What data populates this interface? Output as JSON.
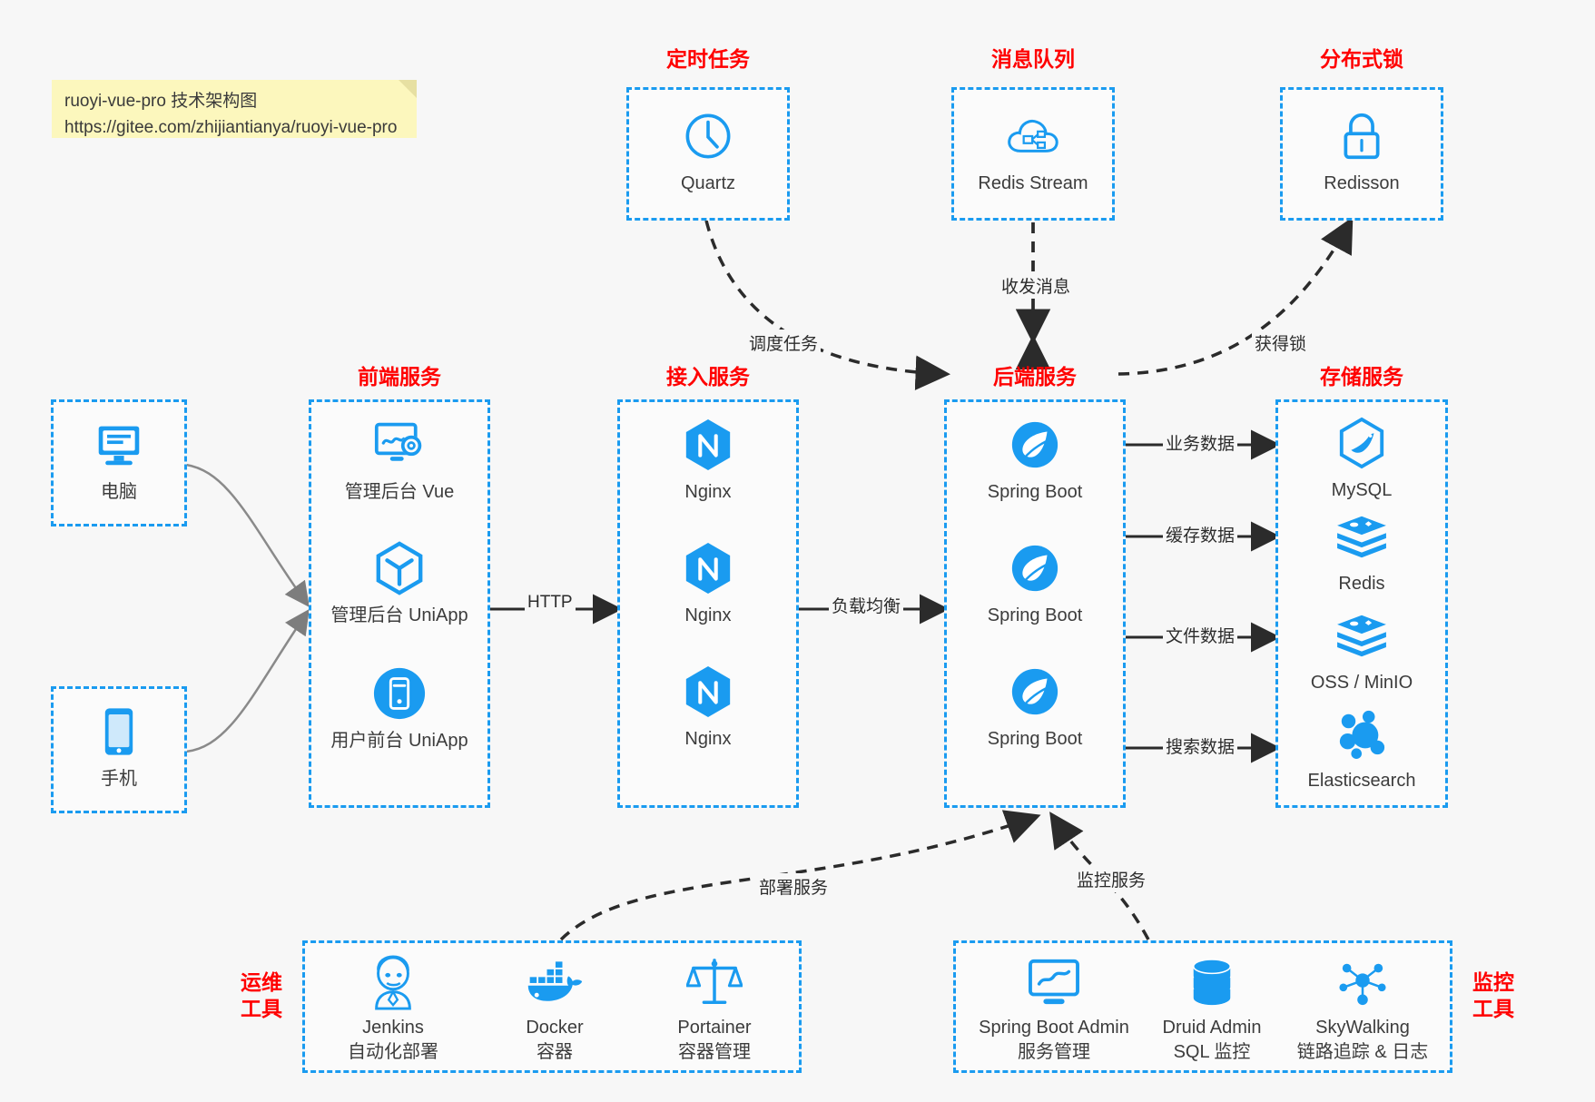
{
  "note": {
    "line1": "ruoyi-vue-pro 技术架构图",
    "line2": "https://gitee.com/zhijiantianya/ruoyi-vue-pro"
  },
  "colors": {
    "accent": "#1a9bf0",
    "title": "#ff0000",
    "text": "#3c3c3c",
    "background": "#f7f7f7",
    "note_bg": "#fcf7bd",
    "arrow": "#2b2b2b"
  },
  "groups": {
    "scheduler": {
      "title": "定时任务",
      "items": [
        {
          "label": "Quartz",
          "icon": "clock-icon"
        }
      ]
    },
    "mq": {
      "title": "消息队列",
      "items": [
        {
          "label": "Redis Stream",
          "icon": "cloud-stream-icon"
        }
      ]
    },
    "lock": {
      "title": "分布式锁",
      "items": [
        {
          "label": "Redisson",
          "icon": "lock-icon"
        }
      ]
    },
    "clients": {
      "items": [
        {
          "label": "电脑",
          "icon": "desktop-icon"
        },
        {
          "label": "手机",
          "icon": "mobile-icon"
        }
      ]
    },
    "frontend": {
      "title": "前端服务",
      "items": [
        {
          "label": "管理后台 Vue",
          "icon": "dashboard-icon"
        },
        {
          "label": "管理后台 UniApp",
          "icon": "cube-icon"
        },
        {
          "label": "用户前台 UniApp",
          "icon": "app-icon"
        }
      ]
    },
    "gateway": {
      "title": "接入服务",
      "items": [
        {
          "label": "Nginx",
          "icon": "nginx-icon"
        },
        {
          "label": "Nginx",
          "icon": "nginx-icon"
        },
        {
          "label": "Nginx",
          "icon": "nginx-icon"
        }
      ]
    },
    "backend": {
      "title": "后端服务",
      "items": [
        {
          "label": "Spring Boot",
          "icon": "spring-icon"
        },
        {
          "label": "Spring Boot",
          "icon": "spring-icon"
        },
        {
          "label": "Spring Boot",
          "icon": "spring-icon"
        }
      ]
    },
    "storage": {
      "title": "存储服务",
      "items": [
        {
          "label": "MySQL",
          "icon": "mysql-icon"
        },
        {
          "label": "Redis",
          "icon": "redis-icon"
        },
        {
          "label": "OSS / MinIO",
          "icon": "oss-icon"
        },
        {
          "label": "Elasticsearch",
          "icon": "elasticsearch-icon"
        }
      ]
    },
    "devops": {
      "title_line1": "运维",
      "title_line2": "工具",
      "items": [
        {
          "label": "Jenkins",
          "sub": "自动化部署",
          "icon": "jenkins-icon"
        },
        {
          "label": "Docker",
          "sub": "容器",
          "icon": "docker-icon"
        },
        {
          "label": "Portainer",
          "sub": "容器管理",
          "icon": "portainer-icon"
        }
      ]
    },
    "monitor": {
      "title_line1": "监控",
      "title_line2": "工具",
      "items": [
        {
          "label": "Spring Boot Admin",
          "sub": "服务管理",
          "icon": "sba-icon"
        },
        {
          "label": "Druid Admin",
          "sub": "SQL 监控",
          "icon": "database-icon"
        },
        {
          "label": "SkyWalking",
          "sub": "链路追踪 & 日志",
          "icon": "skywalking-icon"
        }
      ]
    }
  },
  "edges": {
    "http": "HTTP",
    "load_balance": "负载均衡",
    "schedule_task": "调度任务",
    "send_receive_msg": "收发消息",
    "acquire_lock": "获得锁",
    "business_data": "业务数据",
    "cache_data": "缓存数据",
    "file_data": "文件数据",
    "search_data": "搜索数据",
    "deploy_service": "部署服务",
    "monitor_service": "监控服务"
  }
}
